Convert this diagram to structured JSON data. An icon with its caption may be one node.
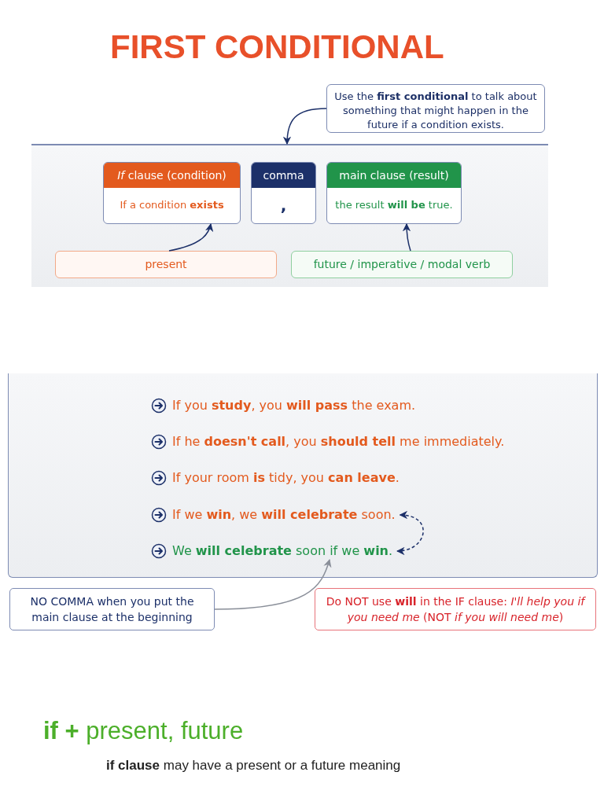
{
  "diagram": {
    "title": "FIRST CONDITIONAL",
    "nodes": [
      {
        "text": [
          "Use the **first conditional** to talk about something that might happen in the future if a condition exists."
        ]
      },
      {
        "text": [],
        "shape": "box"
      },
      {
        "text": [
          "*If* clause (condition)",
          "If a condition **exists**"
        ],
        "in": 1
      },
      {
        "text": [
          "comma",
          ","
        ],
        "in": 1
      },
      {
        "text": [
          "main clause (result)",
          "the result **will be** true."
        ],
        "in": 1
      },
      {
        "text": [
          "present"
        ],
        "in": 1
      },
      {
        "text": [
          "future / imperative / modal verb"
        ],
        "in": 1
      },
      {
        "text": [],
        "shape": "box"
      },
      {
        "text": [
          "If you **study**, you **will pass** the exam."
        ],
        "in": 7
      },
      {
        "text": [
          "If he **doesn't call**, you **should tell** me immediately."
        ],
        "in": 7
      },
      {
        "text": [
          "If your room **is** tidy, you **can leave**."
        ],
        "in": 7
      },
      {
        "text": [
          "If we **win**, we **will celebrate** soon."
        ],
        "in": 7
      },
      {
        "text": [
          "We **will celebrate** soon if we **win**."
        ],
        "in": 7
      },
      {
        "text": [
          "NO COMMA when you put the main clause at the beginning"
        ]
      },
      {
        "text": [
          "Do NOT use **will** in the IF clause: *I'll help you if you need me* (NOT *if you will need me*)"
        ]
      }
    ],
    "edges": [
      {
        "from": 0,
        "to": 1,
        "arrow": "to"
      },
      {
        "from": 5,
        "to": 2,
        "arrow": "to"
      },
      {
        "from": 6,
        "to": 4,
        "arrow": "to"
      },
      {
        "from": 11,
        "to": 12,
        "arrow": "both",
        "style": "dashed"
      },
      {
        "from": 13,
        "to": 12,
        "arrow": "to",
        "color": "#8a8f99"
      }
    ],
    "labels": [
      "**if +** present, future",
      "**if clause** may have a present or a future meaning"
    ]
  }
}
